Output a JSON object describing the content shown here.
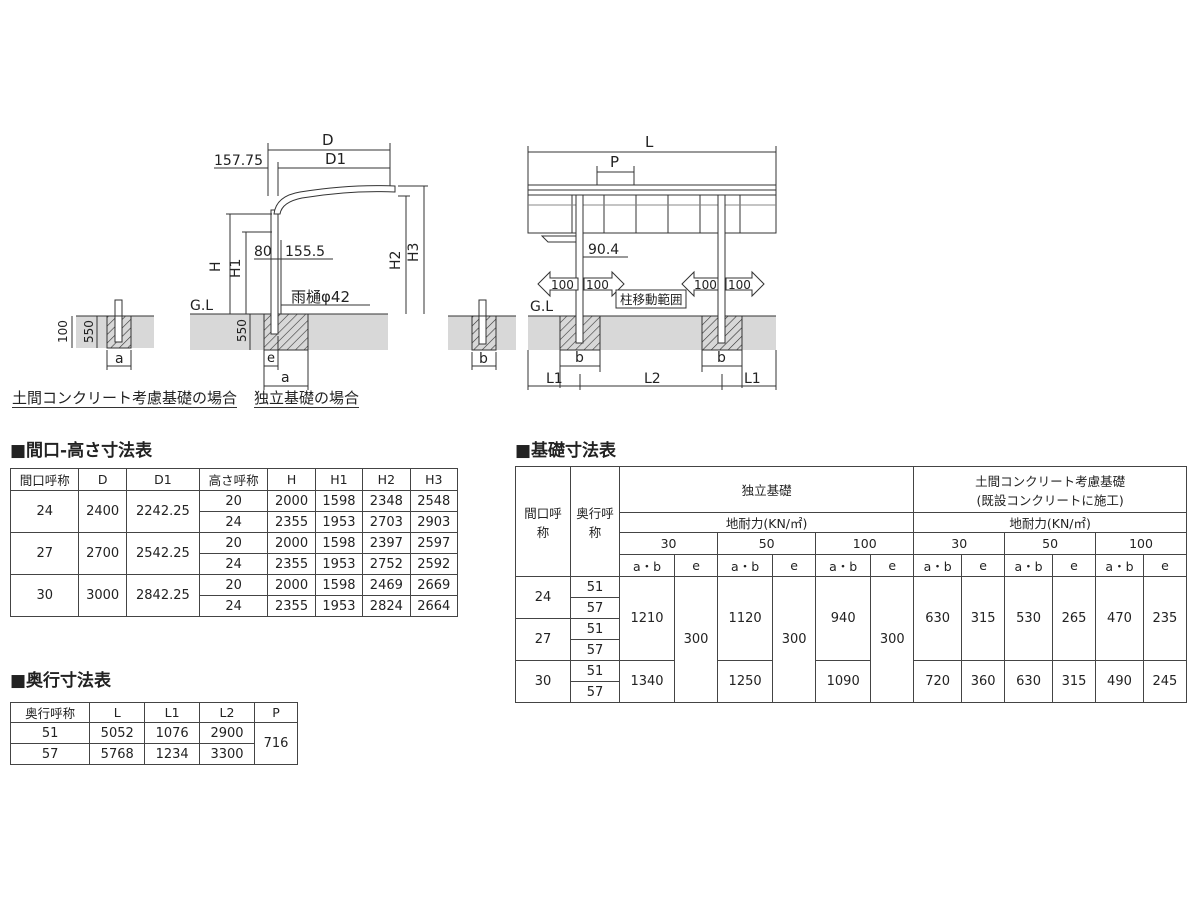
{
  "figure": {
    "side": {
      "D": "D",
      "D1": "D1",
      "offset": "157.75",
      "H": "H",
      "H1": "H1",
      "H2": "H2",
      "H3": "H3",
      "d80": "80",
      "d155": "155.5",
      "gutter": "雨樋φ42",
      "GL": "G.L",
      "d550": "550",
      "e": "e",
      "a": "a"
    },
    "small_left": {
      "d100": "100",
      "d550": "550",
      "a": "a"
    },
    "small_right": {
      "b": "b",
      "GL": "G.L"
    },
    "front": {
      "L": "L",
      "P": "P",
      "d904": "90.4",
      "a100": "100",
      "range": "柱移動範囲",
      "b": "b",
      "L1": "L1",
      "L2": "L2"
    },
    "captions": {
      "left": "土間コンクリート考慮基礎の場合",
      "right": "独立基礎の場合"
    }
  },
  "height_table": {
    "title": "■間口-高さ寸法表",
    "headers": [
      "間口呼称",
      "D",
      "D1",
      "高さ呼称",
      "H",
      "H1",
      "H2",
      "H3"
    ],
    "groups": [
      {
        "name": "24",
        "D": "2400",
        "D1": "2242.25",
        "rows": [
          [
            "20",
            "2000",
            "1598",
            "2348",
            "2548"
          ],
          [
            "24",
            "2355",
            "1953",
            "2703",
            "2903"
          ]
        ]
      },
      {
        "name": "27",
        "D": "2700",
        "D1": "2542.25",
        "rows": [
          [
            "20",
            "2000",
            "1598",
            "2397",
            "2597"
          ],
          [
            "24",
            "2355",
            "1953",
            "2752",
            "2592"
          ]
        ]
      },
      {
        "name": "30",
        "D": "3000",
        "D1": "2842.25",
        "rows": [
          [
            "20",
            "2000",
            "1598",
            "2469",
            "2669"
          ],
          [
            "24",
            "2355",
            "1953",
            "2824",
            "2664"
          ]
        ]
      }
    ]
  },
  "depth_table": {
    "title": "■奥行寸法表",
    "headers": [
      "奥行呼称",
      "L",
      "L1",
      "L2",
      "P"
    ],
    "rows": [
      [
        "51",
        "5052",
        "1076",
        "2900"
      ],
      [
        "57",
        "5768",
        "1234",
        "3300"
      ]
    ],
    "P": "716"
  },
  "found_table": {
    "title": "■基礎寸法表",
    "h_width1": "間口呼",
    "h_width2": "称",
    "h_depth1": "奥行呼",
    "h_depth2": "称",
    "indep": "独立基礎",
    "slab1": "土間コンクリート考慮基礎",
    "slab2": "(既設コンクリートに施工)",
    "bearing": "地耐力(KN/㎡)",
    "levels": [
      "30",
      "50",
      "100"
    ],
    "ab": "a・b",
    "e": "e",
    "widths": [
      "24",
      "27",
      "30"
    ],
    "depths": [
      "51",
      "57",
      "51",
      "57",
      "51",
      "57"
    ],
    "indep_ab_2427": [
      "1210",
      "1120",
      "940"
    ],
    "indep_ab_30": [
      "1340",
      "1250",
      "1090"
    ],
    "indep_e": "300",
    "slab_2427": [
      "630",
      "315",
      "530",
      "265",
      "470",
      "235"
    ],
    "slab_30": [
      "720",
      "360",
      "630",
      "315",
      "490",
      "245"
    ]
  }
}
